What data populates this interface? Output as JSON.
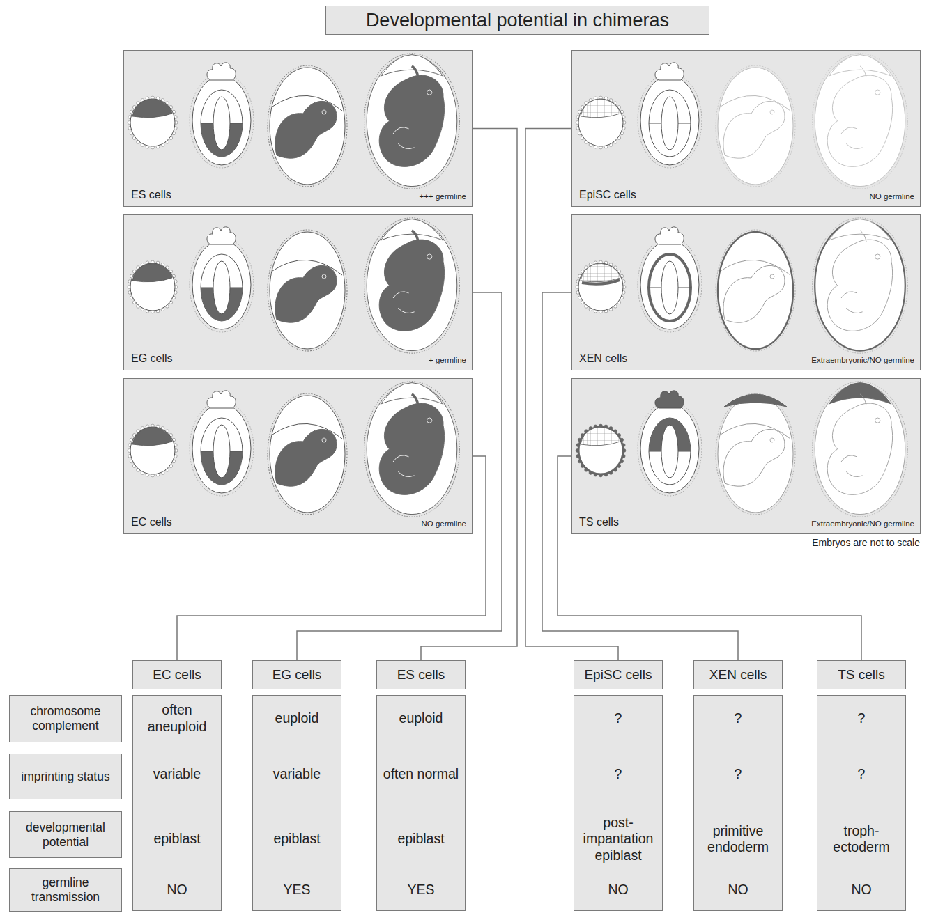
{
  "diagram": {
    "title": "Developmental potential in chimeras",
    "nodes": [
      {
        "text": [
          "ES cells",
          "+++ germline"
        ]
      },
      {
        "text": [
          "EpiSC cells",
          "NO germline"
        ]
      },
      {
        "text": [
          "EG cells",
          "+ germline"
        ]
      },
      {
        "text": [
          "XEN cells",
          "Extraembryonic/NO germline"
        ]
      },
      {
        "text": [
          "EC cells",
          "NO germline"
        ]
      },
      {
        "text": [
          "TS cells",
          "Extraembryonic/NO germline"
        ]
      },
      {
        "text": [
          "EC cells"
        ]
      },
      {
        "text": [
          "EG cells"
        ]
      },
      {
        "text": [
          "ES cells"
        ]
      },
      {
        "text": [
          "EpiSC cells"
        ]
      },
      {
        "text": [
          "XEN cells"
        ]
      },
      {
        "text": [
          "TS cells"
        ]
      },
      {
        "text": [
          "chromosome complement"
        ]
      },
      {
        "text": [
          "imprinting status"
        ]
      },
      {
        "text": [
          "developmental potential"
        ]
      },
      {
        "text": [
          "germline transmission"
        ]
      },
      {
        "text": [
          "often aneuploid",
          "variable",
          "epiblast",
          "NO"
        ]
      },
      {
        "text": [
          "euploid",
          "variable",
          "epiblast",
          "YES"
        ]
      },
      {
        "text": [
          "euploid",
          "often normal",
          "epiblast",
          "YES"
        ]
      },
      {
        "text": [
          "?",
          "?",
          "post-impantation epiblast",
          "NO"
        ]
      },
      {
        "text": [
          "?",
          "?",
          "primitive endoderm",
          "NO"
        ]
      },
      {
        "text": [
          "?",
          "?",
          "troph-ectoderm",
          "NO"
        ]
      }
    ],
    "edges": [
      {
        "from": 0,
        "to": 8,
        "arrow": "none"
      },
      {
        "from": 1,
        "to": 9,
        "arrow": "none"
      },
      {
        "from": 2,
        "to": 7,
        "arrow": "none"
      },
      {
        "from": 3,
        "to": 10,
        "arrow": "none"
      },
      {
        "from": 4,
        "to": 6,
        "arrow": "none"
      },
      {
        "from": 5,
        "to": 11,
        "arrow": "none"
      }
    ],
    "labels": [
      "Embryos are not to scale"
    ]
  }
}
